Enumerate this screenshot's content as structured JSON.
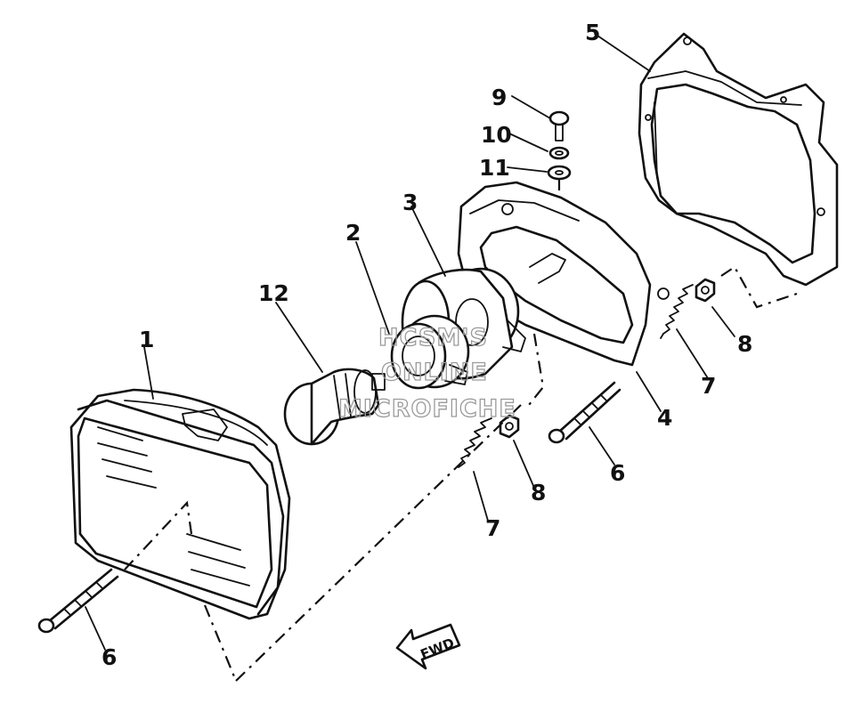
{
  "parts": [
    {
      "ref": "1",
      "name_icon": "headlight-unit-icon"
    },
    {
      "ref": "2",
      "name_icon": "bulb-socket-icon"
    },
    {
      "ref": "3",
      "name_icon": "socket-cover-icon"
    },
    {
      "ref": "4",
      "name_icon": "headlight-body-icon"
    },
    {
      "ref": "5",
      "name_icon": "headlight-rim-icon"
    },
    {
      "ref": "6",
      "name_icon": "adjusting-screw-icon"
    },
    {
      "ref": "7",
      "name_icon": "spring-icon"
    },
    {
      "ref": "8",
      "name_icon": "nut-icon"
    },
    {
      "ref": "9",
      "name_icon": "screw-icon"
    },
    {
      "ref": "10",
      "name_icon": "spring-washer-icon"
    },
    {
      "ref": "11",
      "name_icon": "plain-washer-icon"
    },
    {
      "ref": "12",
      "name_icon": "bulb-icon"
    }
  ],
  "callouts": {
    "c1": "1",
    "c2": "2",
    "c3": "3",
    "c4": "4",
    "c5": "5",
    "c6a": "6",
    "c6b": "6",
    "c7a": "7",
    "c7b": "7",
    "c8a": "8",
    "c8b": "8",
    "c9": "9",
    "c10": "10",
    "c11": "11",
    "c12": "12"
  },
  "watermark": {
    "line1": "HCSM'S",
    "line2": "ONLINE",
    "line3": "MICROFICHE"
  },
  "direction_arrow": {
    "label": "FWD"
  }
}
